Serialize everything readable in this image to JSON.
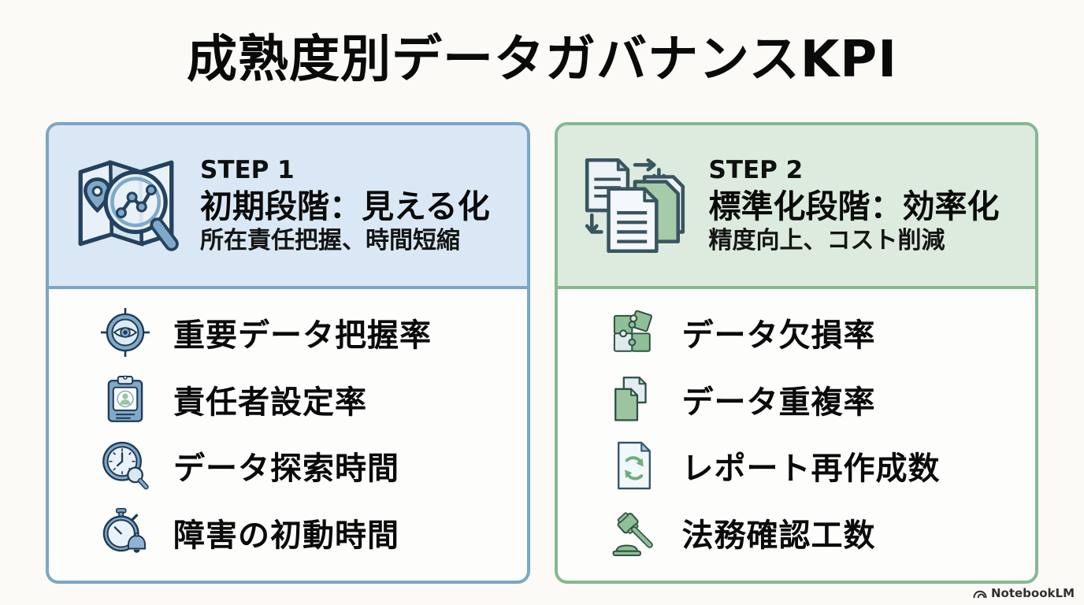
{
  "title": "成熟度別データガバナンスKPI",
  "footer": {
    "brand": "NotebookLM"
  },
  "colors": {
    "page_bg": "#fbfaf6",
    "blue_accent": "#7ba6c6",
    "blue_header_bg": "#d9e8f4",
    "green_accent": "#87b890",
    "green_header_bg": "#dcebdd",
    "text": "#0a0a0a"
  },
  "cards": [
    {
      "step": "STEP 1",
      "heading": "初期段階：見える化",
      "subheading": "所在責任把握、時間短縮",
      "accent": "#7ba6c6",
      "header_bg": "#d9e8f4",
      "icon": "map-magnifier-icon",
      "items": [
        {
          "label": "重要データ把握率",
          "icon": "target-eye-icon"
        },
        {
          "label": "責任者設定率",
          "icon": "clipboard-person-icon"
        },
        {
          "label": "データ探索時間",
          "icon": "clock-magnifier-icon"
        },
        {
          "label": "障害の初動時間",
          "icon": "stopwatch-bell-icon"
        }
      ]
    },
    {
      "step": "STEP 2",
      "heading": "標準化段階：効率化",
      "subheading": "精度向上、コスト削減",
      "accent": "#87b890",
      "header_bg": "#dcebdd",
      "icon": "documents-flow-icon",
      "items": [
        {
          "label": "データ欠損率",
          "icon": "puzzle-icon"
        },
        {
          "label": "データ重複率",
          "icon": "copy-documents-icon"
        },
        {
          "label": "レポート再作成数",
          "icon": "report-refresh-icon"
        },
        {
          "label": "法務確認工数",
          "icon": "gavel-icon"
        }
      ]
    }
  ]
}
